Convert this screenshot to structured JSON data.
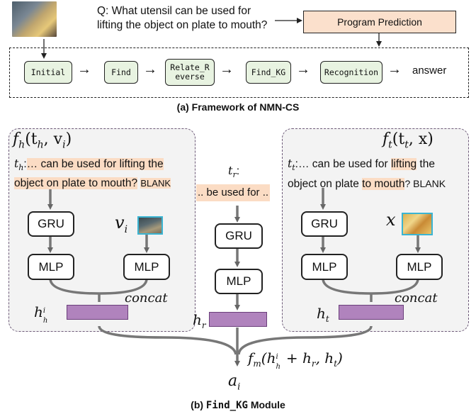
{
  "top": {
    "question_line1": "Q: What utensil can be used for",
    "question_line2": "lifting the object on plate to mouth?",
    "program_prediction": "Program Prediction",
    "modules": [
      "Initial",
      "Find",
      "Relate_R",
      "everse",
      "Find_KG",
      "Recognition"
    ],
    "arrow": "→",
    "answer": "answer",
    "caption": "(a) Framework of NMN-CS"
  },
  "left_panel": {
    "func_f": "f",
    "func_sub": "h",
    "func_args": "(t",
    "func_args_sub": "h",
    "func_args_end": ", v",
    "func_args_end_sub": "i",
    "func_close": ")",
    "t_label": "t",
    "t_sub": "h",
    "t_colon": ":",
    "text1": "… can be used for lifting the",
    "text2": "object on plate to mouth?",
    "blank": "BLANK",
    "gru": "GRU",
    "mlp1": "MLP",
    "mlp2": "MLP",
    "v": "v",
    "v_sub": "i",
    "concat": "concat",
    "h": "h",
    "h_sub": "h",
    "h_sup": "i"
  },
  "middle": {
    "t_label": "t",
    "t_sub": "r",
    "t_colon": ":",
    "text": ".. be used for ..",
    "gru": "GRU",
    "mlp": "MLP",
    "h": "h",
    "h_sub": "r"
  },
  "right_panel": {
    "func_f": "f",
    "func_sub": "t",
    "func_args": "(t",
    "func_args_sub": "t",
    "func_args_end": ", x)",
    "t_label": "t",
    "t_sub": "t",
    "t_colon": ":",
    "text1_a": "… can be used for ",
    "text1_b": "lifting",
    "text1_c": " the",
    "text2_a": "object on plate ",
    "text2_b": "to mouth",
    "text2_c": "? BLANK",
    "gru": "GRU",
    "mlp1": "MLP",
    "mlp2": "MLP",
    "x": "x",
    "concat": "concat",
    "h": "h",
    "h_sub": "t"
  },
  "bottom": {
    "fm": "f",
    "fm_sub": "m",
    "fm_open": "(h",
    "fm_h_sub": "h",
    "fm_h_sup": "i",
    "fm_plus": " + h",
    "fm_plus_sub": "r",
    "fm_comma": ", h",
    "fm_comma_sub": "t",
    "fm_close": ")",
    "a": "a",
    "a_sub": "i",
    "caption_a": "(b) ",
    "caption_b": "Find_KG",
    "caption_c": " Module"
  },
  "colors": {
    "panel_bg": "#f3f3f3",
    "highlight": "#fbdcc4",
    "module_bg": "#e8f3e1",
    "hbar": "#b083bd",
    "thumb_border": "#3ab4d2"
  }
}
